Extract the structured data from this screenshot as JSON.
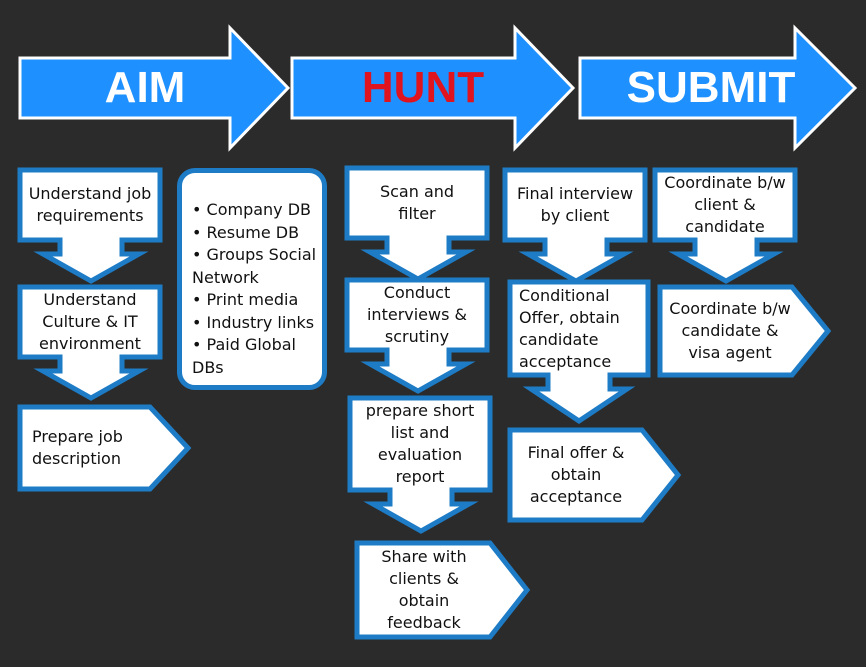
{
  "colors": {
    "background": "#2b2b2b",
    "arrow_blue": "#1e90ff",
    "box_border": "#1e7cc6",
    "header_text": "#ffffff",
    "hunt_text": "#e0141e"
  },
  "headers": {
    "aim": "AIM",
    "hunt": "HUNT",
    "submit": "SUBMIT"
  },
  "aim": {
    "step1": "Understand job requirements",
    "step2": "Understand Culture & IT environment",
    "step3": "Prepare job description"
  },
  "sources": [
    "• Company DB",
    "• Resume DB",
    "• Groups Social",
    "Network",
    "• Print media",
    "• Industry links",
    "• Paid Global",
    "DBs"
  ],
  "hunt": {
    "step1": "Scan and filter",
    "step2": "Conduct interviews & scrutiny",
    "step3": "prepare short list and evaluation report",
    "step4": "Share with clients & obtain feedback"
  },
  "submit_a": {
    "step1": "Final interview by client",
    "step2": "Conditional Offer, obtain candidate acceptance",
    "step3": "Final offer & obtain acceptance"
  },
  "submit_b": {
    "step1": "Coordinate b/w client & candidate",
    "step2": "Coordinate b/w candidate & visa agent"
  }
}
